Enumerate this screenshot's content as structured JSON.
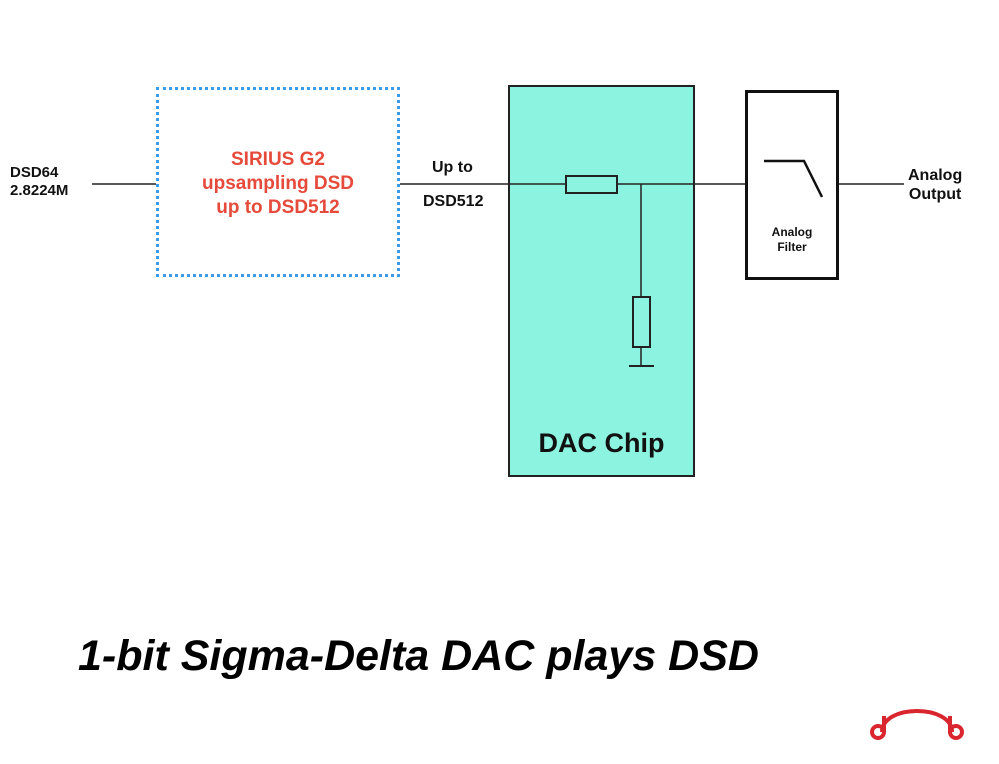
{
  "input": {
    "line1": "DSD64",
    "line2": "2.8224M"
  },
  "upsampler": {
    "line1": "SIRIUS G2",
    "line2": "upsampling DSD",
    "line3": "up to DSD512",
    "text_color": "#e64a3b",
    "border_color": "#3a9be8"
  },
  "signal_label": {
    "line1": "Up to",
    "line2": "DSD512"
  },
  "dac_chip": {
    "label": "DAC Chip",
    "fill_color": "#8df3e1"
  },
  "analog_filter": {
    "line1": "Analog",
    "line2": "Filter"
  },
  "output": {
    "line1": "Analog",
    "line2": "Output"
  },
  "caption": "1-bit Sigma-Delta DAC plays DSD",
  "logo": {
    "icon": "headphones-logo-icon",
    "color": "#d9262e"
  }
}
